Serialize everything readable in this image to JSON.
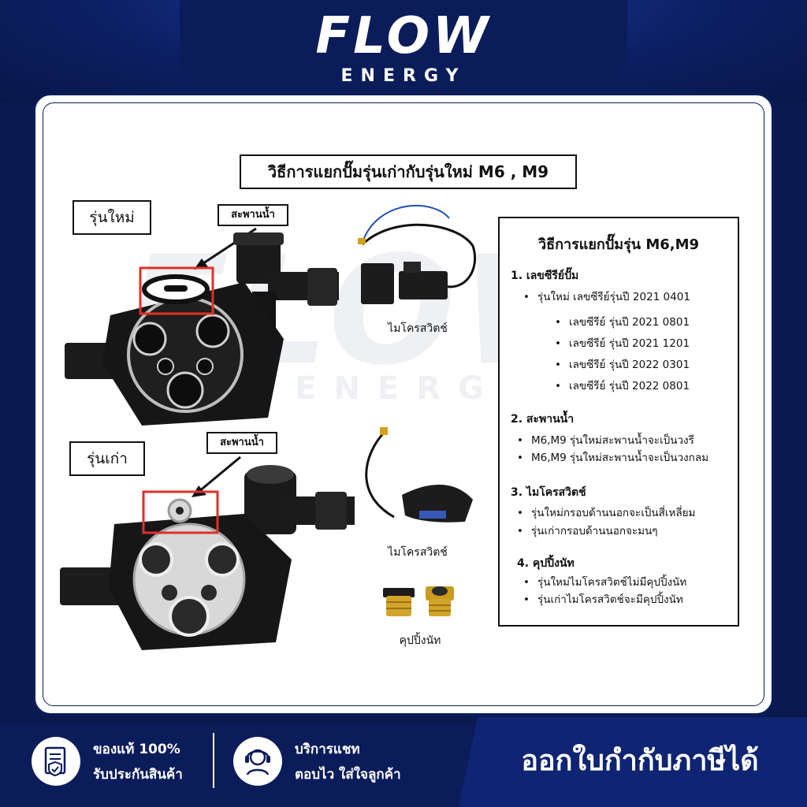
{
  "brand": {
    "name": "FLOW",
    "subname": "ENERGY"
  },
  "title": "วิธีการแยกปั๊มรุ่นเก่ากับรุ่นใหม่ M6 , M9",
  "new_model": {
    "label": "รุ่นใหม่",
    "tag": "สะพานน้ำ"
  },
  "old_model": {
    "label": "รุ่นเก่า",
    "tag": "สะพานน้ำ"
  },
  "captions": {
    "micro_new": "ไมโครสวิตช์",
    "micro_old": "ไมโครสวิตช์",
    "nut": "คุปปิ้งนัท"
  },
  "info": {
    "title": "วิธีการแยกปั๊มรุ่น M6,M9",
    "sections": [
      {
        "heading": "1. เลขซีรีย์ปั๊ม",
        "items": [
          "รุ่นใหม่ เลขซีรีย์รุ่นปี 2021  0401",
          "เลขซีรีย์ รุ่นปี 2021  0801",
          "เลขซีรีย์ รุ่นปี 2021  1201",
          "เลขซีรีย์ รุ่นปี 2022  0301",
          "เลขซีรีย์ รุ่นปี 2022  0801"
        ]
      },
      {
        "heading": "2. สะพานน้ำ",
        "items": [
          "M6,M9 รุ่นใหม่สะพานน้ำจะเป็นวงรี",
          "M6,M9 รุ่นใหม่สะพานน้ำจะเป็นวงกลม"
        ]
      },
      {
        "heading": "3. ไมโครสวิตช์",
        "items": [
          "รุ่นใหม่กรอบด้านนอกจะเป็นสี่เหลี่ยม",
          "รุ่นเก่ากรอบด้านนอกจะมนๆ"
        ]
      },
      {
        "heading": "4. คุปปิ้งนัท",
        "items": [
          "รุ่นใหม่ไมโครสวิตช์ไม่มีคุปปิ้งนัท",
          "รุ่นเก่าไมโครสวิตช์จะมีคุปปิ้งนัท"
        ]
      }
    ]
  },
  "footer": {
    "badge1_line1": "ของแท้ 100%",
    "badge1_line2": "รับประกันสินค้า",
    "badge2_line1": "บริการแชท",
    "badge2_line2": "ตอบไว ใส่ใจลูกค้า",
    "tax": "ออกใบกำกับภาษีได้"
  },
  "colors": {
    "navy": "#0b1c5a",
    "highlight": "#e0302a"
  }
}
